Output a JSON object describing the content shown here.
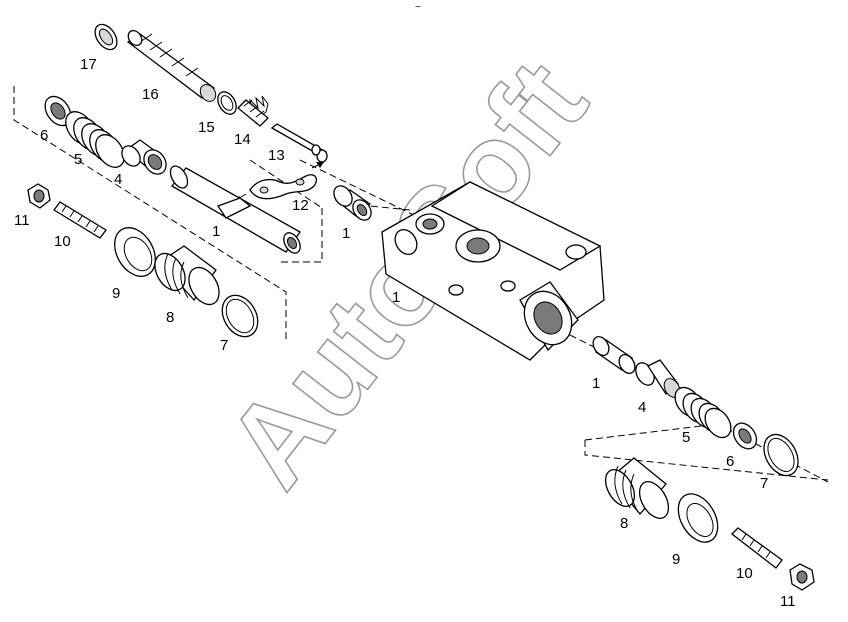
{
  "watermark": "AutoSoft",
  "top_mark": "~",
  "labels": {
    "l17": "17",
    "l16": "16",
    "l15": "15",
    "l14": "14",
    "l13": "13",
    "l12": "12",
    "l6a": "6",
    "l5a": "5",
    "l4a": "4",
    "l1a": "1",
    "l1b": "1",
    "l1c": "1",
    "l1d": "1",
    "l11a": "11",
    "l10a": "10",
    "l9a": "9",
    "l8a": "8",
    "l7a": "7",
    "l4b": "4",
    "l5b": "5",
    "l6b": "6",
    "l7b": "7",
    "l8b": "8",
    "l9b": "9",
    "l10b": "10",
    "l11b": "11"
  }
}
